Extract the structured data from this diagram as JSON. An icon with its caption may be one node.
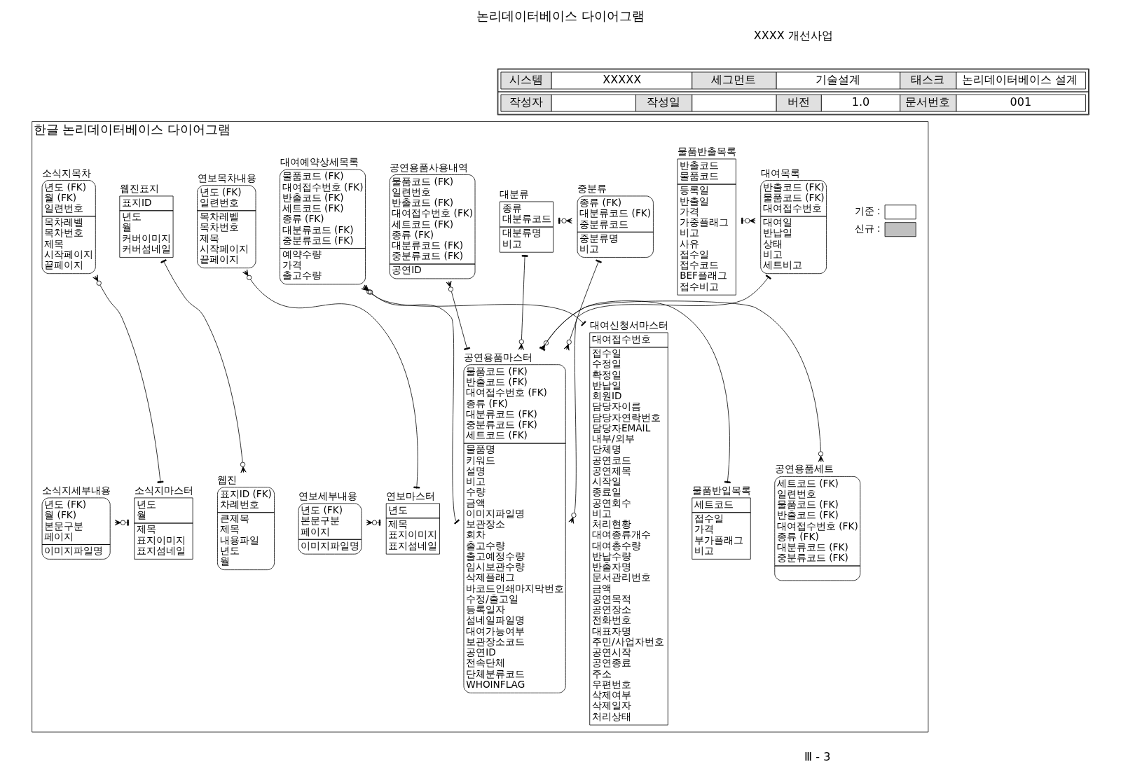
{
  "diagram": {
    "title": "논리데이터베이스 다이어그램",
    "nodes": [
      {
        "text": [
          "한글 논리데이터베이스 다이어그램"
        ]
      },
      {
        "text": [
          "대여목록",
          "반출코드 (FK)",
          "물품코드 (FK)",
          "대여접수번호",
          "대여일",
          "반납일",
          "상태",
          "비고",
          "세트비고"
        ],
        "in": 0
      },
      {
        "text": [
          "물품반출목록",
          "반출코드",
          "물품코드",
          "등록일",
          "반출일",
          "가격",
          "가중플래그",
          "비고",
          "사유",
          "접수일",
          "접수코드",
          "BEF플래그",
          "접수비고"
        ],
        "in": 0
      },
      {
        "text": [
          "중분류",
          "종류 (FK)",
          "대분류코드 (FK)",
          "중분류코드",
          "중분류명",
          "비고"
        ],
        "in": 0
      },
      {
        "text": [
          "대분류",
          "종류",
          "대분류코드",
          "대분류명",
          "비고"
        ],
        "in": 0
      },
      {
        "text": [
          "공연용품세트",
          "세트코드 (FK)",
          "일련번호",
          "물품코드 (FK)",
          "반출코드 (FK)",
          "대여접수번호 (FK)",
          "종류 (FK)",
          "대분류코드 (FK)",
          "중분류코드 (FK)"
        ],
        "in": 0
      },
      {
        "text": [
          "공연용품사용내역",
          "물품코드 (FK)",
          "일련번호",
          "반출코드 (FK)",
          "대여접수번호 (FK)",
          "세트코드 (FK)",
          "종류 (FK)",
          "대분류코드 (FK)",
          "중분류코드 (FK)",
          "공연ID"
        ],
        "in": 0
      },
      {
        "text": [
          "공연용품마스터",
          "물품코드 (FK)",
          "반출코드 (FK)",
          "대여접수번호 (FK)",
          "종류 (FK)",
          "대분류코드 (FK)",
          "중분류코드 (FK)",
          "세트코드 (FK)",
          "물품명",
          "키워드",
          "설명",
          "비고",
          "수량",
          "금액",
          "이미지파일명",
          "보관장소",
          "회차",
          "출고수량",
          "출고예정수량",
          "임시보관수량",
          "삭제플래그",
          "바코드인쇄마지막번호",
          "수정/출고일",
          "등록일자",
          "섬네일파일명",
          "대여가능여부",
          "보관장소코드",
          "공연ID",
          "전속단체",
          "단체분류코드",
          "WHOINFLAG"
        ],
        "in": 0
      },
      {
        "text": [
          "물품반입목록",
          "세트코드",
          "접수일",
          "가격",
          "부가플래그",
          "비고"
        ],
        "in": 0
      },
      {
        "text": [
          "대여예약상세목록",
          "물품코드 (FK)",
          "대여접수번호 (FK)",
          "반출코드 (FK)",
          "세트코드 (FK)",
          "종류 (FK)",
          "대분류코드 (FK)",
          "중분류코드 (FK)",
          "예약수량",
          "가격",
          "출고수량"
        ],
        "in": 0
      },
      {
        "text": [
          "대여신청서마스터",
          "대여접수번호",
          "접수일",
          "수정일",
          "확정일",
          "반납일",
          "회원ID",
          "담당자이름",
          "담당자연락번호",
          "담당자EMAIL",
          "내부/외부",
          "단체명",
          "공연코드",
          "공연제목",
          "시작일",
          "종료일",
          "공연회수",
          "비고",
          "처리현황",
          "대여종류개수",
          "대여총수량",
          "반납수량",
          "반출자명",
          "문서관리번호",
          "금액",
          "공연목적",
          "공연장소",
          "전화번호",
          "대표자명",
          "주민/사업자번호",
          "공연시작",
          "공연종료",
          "주소",
          "우편번호",
          "삭제여부",
          "삭제일자",
          "처리상태"
        ],
        "in": 0
      },
      {
        "text": [
          "연보목차내용",
          "년도 (FK)",
          "일련번호",
          "목차레벨",
          "목차번호",
          "제목",
          "시작페이지",
          "끝페이지"
        ],
        "in": 0
      },
      {
        "text": [
          "연보마스터",
          "년도",
          "제목",
          "표지이미지",
          "표지섬네일"
        ],
        "in": 0
      },
      {
        "text": [
          "연보세부내용",
          "년도 (FK)",
          "본문구분",
          "페이지",
          "이미지파일명"
        ],
        "in": 0
      },
      {
        "text": [
          "웹진표지",
          "표지ID",
          "년도",
          "월",
          "커버이미지",
          "커버섬네일"
        ],
        "in": 0
      },
      {
        "text": [
          "웹진",
          "표지ID (FK)",
          "차례번호",
          "큰제목",
          "제목",
          "내용파일",
          "년도",
          "월"
        ],
        "in": 0
      },
      {
        "text": [
          "소식지목차",
          "년도 (FK)",
          "월 (FK)",
          "일련번호",
          "목차레벨",
          "목차번호",
          "제목",
          "시작페이지",
          "끝페이지"
        ],
        "in": 0
      },
      {
        "text": [
          "소식지세부내용",
          "년도 (FK)",
          "월 (FK)",
          "본문구분",
          "페이지",
          "이미지파일명"
        ],
        "in": 0
      },
      {
        "text": [
          "소식지마스터",
          "년도",
          "월",
          "제목",
          "표지이미지",
          "표지섬네일"
        ],
        "in": 0
      }
    ],
    "edges": [
      {
        "from": 2,
        "to": 1,
        "arrow": "other"
      },
      {
        "from": 1,
        "to": 7,
        "arrow": "other"
      },
      {
        "from": 7,
        "to": 6,
        "arrow": "other"
      },
      {
        "from": 7,
        "to": 9,
        "arrow": "other"
      },
      {
        "from": 10,
        "to": 9,
        "arrow": "other"
      },
      {
        "from": 3,
        "to": 7,
        "arrow": "other"
      },
      {
        "from": 4,
        "to": 3,
        "arrow": "other"
      },
      {
        "from": 4,
        "to": 7,
        "arrow": "other"
      },
      {
        "from": 7,
        "to": 5,
        "arrow": "other"
      },
      {
        "from": 8,
        "to": 7,
        "arrow": "other"
      },
      {
        "from": 12,
        "to": 11,
        "arrow": "other"
      },
      {
        "from": 12,
        "to": 13,
        "arrow": "other"
      },
      {
        "from": 14,
        "to": 15,
        "arrow": "other"
      },
      {
        "from": 18,
        "to": 16,
        "arrow": "other"
      },
      {
        "from": 18,
        "to": 17,
        "arrow": "other"
      }
    ],
    "labels": [
      "XXXX 개선사업",
      "시스템",
      "XXXXX",
      "세그먼트",
      "기술설계",
      "태스크",
      "논리데이터베이스 설계",
      "작성자",
      "작성일",
      "버전",
      "1.0",
      "문서번호",
      "001",
      "Ⅲ - 3"
    ],
    "legend": [
      {
        "text": "기준 :",
        "color": "#ffffff"
      },
      {
        "text": "신규 :",
        "color": "#c0c0c0"
      }
    ]
  }
}
